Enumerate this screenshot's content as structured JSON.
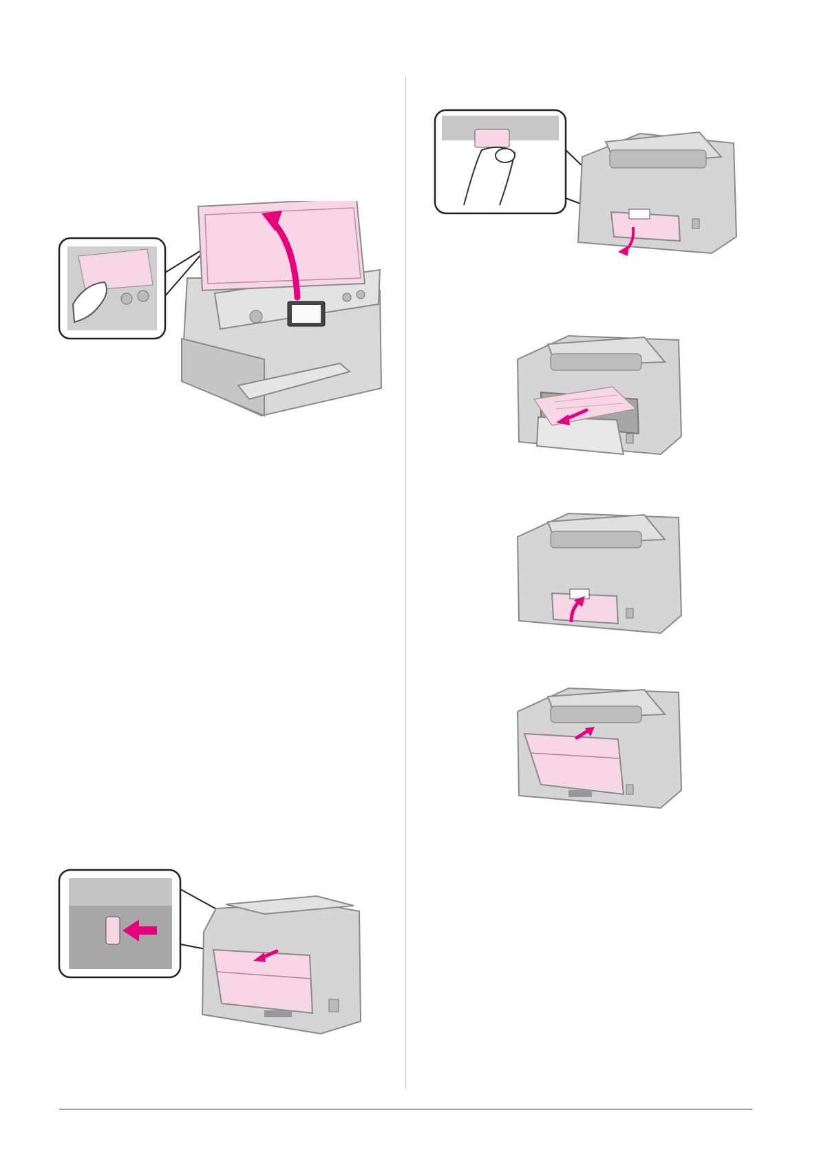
{
  "document": {
    "type": "manual-page",
    "left_column_figures": [
      {
        "name": "figure-open-scanner-unit",
        "callout": "hand-lifting-scanner-lid-edge",
        "arrow": "curved-up"
      },
      {
        "name": "figure-push-rear-button",
        "callout": "finger-pushing-rear-cover-release",
        "arrow": "left"
      }
    ],
    "right_column_figures": [
      {
        "name": "figure-pull-rear-unit",
        "callout": "hand-gripping-rear-knob",
        "arrow": "curved-down"
      },
      {
        "name": "figure-remove-jammed-paper",
        "arrow": "pull-out"
      },
      {
        "name": "figure-reinsert-rear-unit",
        "arrow": "curved-up"
      },
      {
        "name": "figure-attach-rear-cover",
        "arrow": "up"
      }
    ]
  },
  "colors": {
    "highlight_pink": "#f7d6e6",
    "arrow_magenta": "#e6007e",
    "printer_gray": "#d5d5d5",
    "printer_outline": "#8a8a8a",
    "divider": "#bdbdbd"
  }
}
